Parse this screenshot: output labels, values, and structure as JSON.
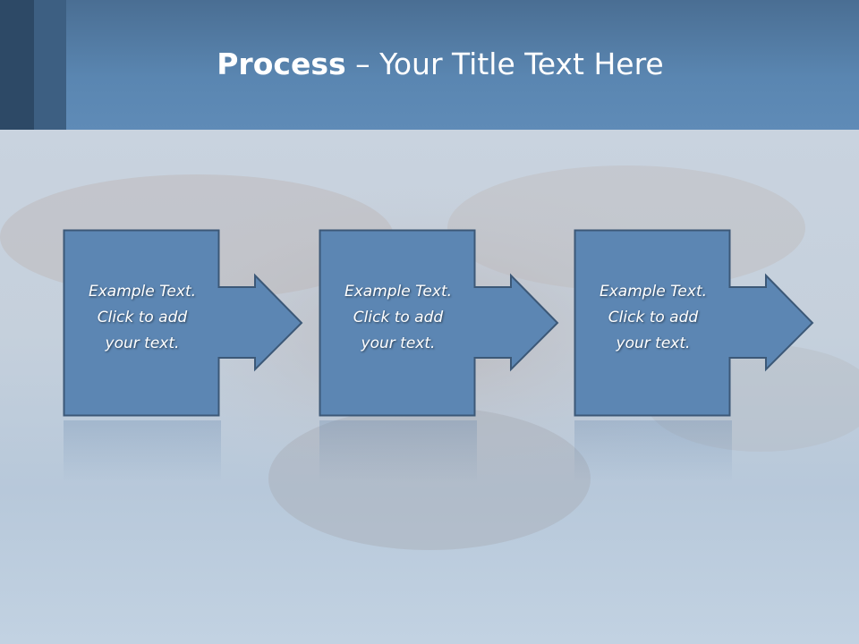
{
  "slide": {
    "title_bold": "Process",
    "title_rest": " – Your Title Text Here"
  },
  "steps": [
    {
      "text": "Example Text.\nClick  to add\nyour text."
    },
    {
      "text": "Example Text.\nClick  to add\nyour text."
    },
    {
      "text": "Example Text.\nClick  to add\nyour text."
    }
  ],
  "colors": {
    "header": "#5a86b1",
    "box_fill": "#5c86b3",
    "box_border": "#3c5877"
  }
}
